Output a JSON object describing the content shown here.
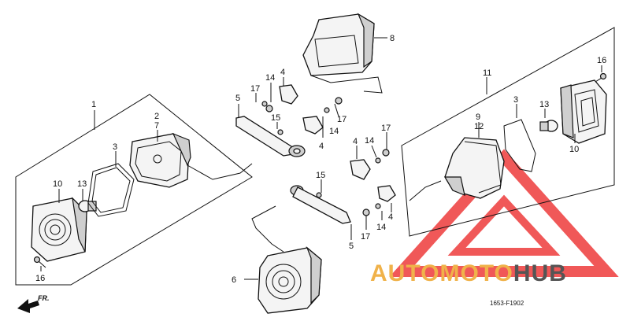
{
  "labels": {
    "p1": "1",
    "p2": "2",
    "p7": "7",
    "p3a": "3",
    "p10a": "10",
    "p13a": "13",
    "p16a": "16",
    "p8": "8",
    "p5a": "5",
    "p17a": "17",
    "p14a": "14",
    "p4a": "4",
    "p15a": "15",
    "p17b": "17",
    "p14b": "14",
    "p4b": "4",
    "p4c": "4",
    "p14c": "14",
    "p17c": "17",
    "p15b": "15",
    "p4d": "4",
    "p14d": "14",
    "p17d": "17",
    "p5b": "5",
    "p6": "6",
    "p11": "11",
    "p9": "9",
    "p12": "12",
    "p3b": "3",
    "p13b": "13",
    "p16b": "16",
    "p10b": "10"
  },
  "direction_label": "FR.",
  "diagram_code": "1653-F1902",
  "watermark": {
    "part1": "AUTOMOTO",
    "part2": "HUB",
    "color1": "#f0b24a",
    "color2": "#555555",
    "triangle_color": "#ee3b3b"
  }
}
